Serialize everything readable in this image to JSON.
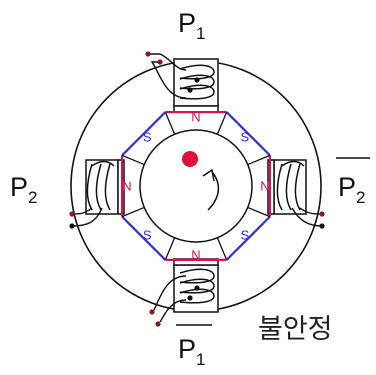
{
  "labels": {
    "p1_top": {
      "main": "P",
      "sub": "1"
    },
    "p1_bottom": {
      "main": "P",
      "sub": "1"
    },
    "p2_left": {
      "main": "P",
      "sub": "2"
    },
    "p2_right": {
      "main": "P",
      "sub": "2"
    }
  },
  "caption": "불안정",
  "rotor": {
    "poles": [
      "N",
      "S",
      "N",
      "S",
      "N",
      "S",
      "N",
      "S"
    ],
    "colors": {
      "N": "#d4145a",
      "S": "#2f2fd8"
    }
  },
  "colors": {
    "line": "#111111",
    "center_dot": "#e0103a",
    "terminal": "#8a1a1a"
  }
}
